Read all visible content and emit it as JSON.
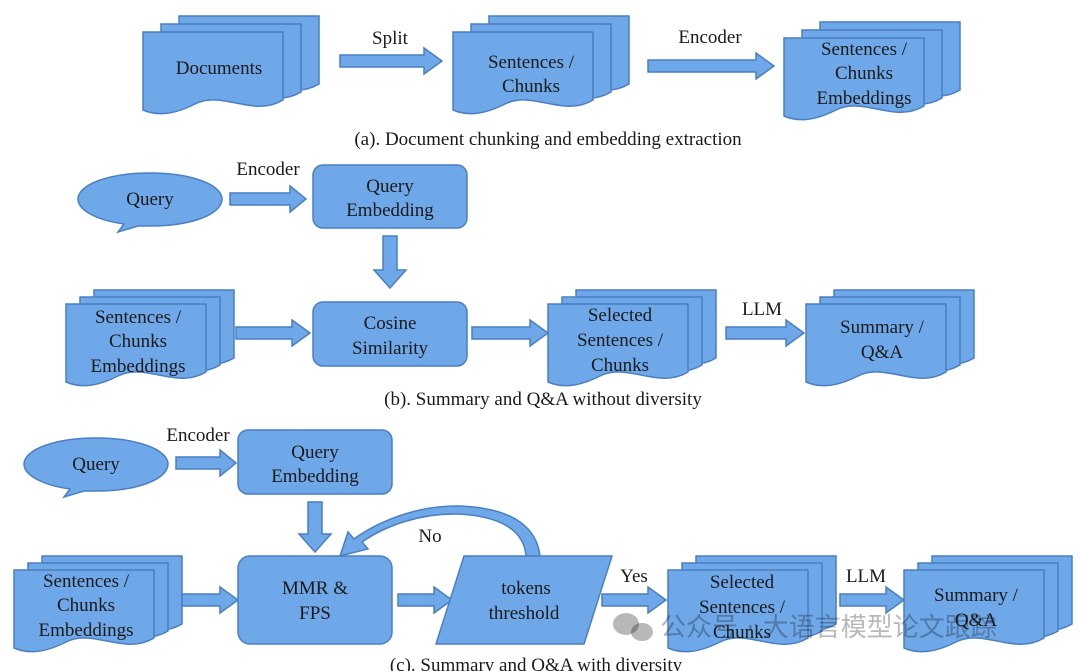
{
  "panel_a": {
    "documents": "Documents",
    "split": "Split",
    "chunks": [
      "Sentences /",
      "Chunks"
    ],
    "encoder": "Encoder",
    "embeddings": [
      "Sentences /",
      "Chunks",
      "Embeddings"
    ],
    "caption": "(a). Document chunking and embedding extraction"
  },
  "panel_b": {
    "query": "Query",
    "encoder": "Encoder",
    "query_embedding": [
      "Query",
      "Embedding"
    ],
    "embeddings": [
      "Sentences /",
      "Chunks",
      "Embeddings"
    ],
    "cosine": [
      "Cosine",
      "Similarity"
    ],
    "selected": [
      "Selected",
      "Sentences /",
      "Chunks"
    ],
    "llm": "LLM",
    "summary": [
      "Summary /",
      "Q&A"
    ],
    "caption": "(b). Summary and Q&A without diversity"
  },
  "panel_c": {
    "query": "Query",
    "encoder": "Encoder",
    "query_embedding": [
      "Query",
      "Embedding"
    ],
    "embeddings": [
      "Sentences /",
      "Chunks",
      "Embeddings"
    ],
    "mmr": [
      "MMR &",
      "FPS"
    ],
    "no": "No",
    "tokens": [
      "tokens",
      "threshold"
    ],
    "yes": "Yes",
    "selected": [
      "Selected",
      "Sentences /",
      "Chunks"
    ],
    "llm": "LLM",
    "summary": [
      "Summary /",
      "Q&A"
    ],
    "caption": "(c). Summary and Q&A with diversity"
  },
  "watermark": "公众号 · 大语言模型论文跟踪",
  "colors": {
    "fill": "#6fa8e8",
    "stroke": "#4a7fc0",
    "text": "#1a1a1a"
  }
}
